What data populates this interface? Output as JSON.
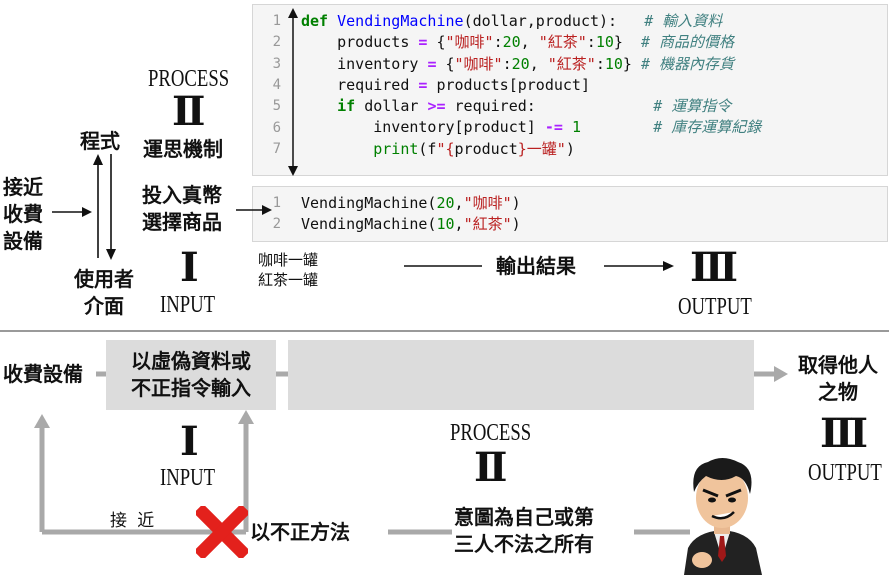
{
  "code_block_1": {
    "line_numbers": [
      "1",
      "2",
      "3",
      "4",
      "5",
      "6",
      "7"
    ],
    "lines": [
      [
        {
          "t": "def",
          "c": "kw"
        },
        {
          "t": " ",
          "c": "tx"
        },
        {
          "t": "VendingMachine",
          "c": "fn"
        },
        {
          "t": "(dollar,product):   ",
          "c": "tx"
        },
        {
          "t": "# 輸入資料",
          "c": "cm"
        }
      ],
      [
        {
          "t": "    products ",
          "c": "tx"
        },
        {
          "t": "=",
          "c": "op"
        },
        {
          "t": " {",
          "c": "tx"
        },
        {
          "t": "\"咖啡\"",
          "c": "st"
        },
        {
          "t": ":",
          "c": "tx"
        },
        {
          "t": "20",
          "c": "nm"
        },
        {
          "t": ", ",
          "c": "tx"
        },
        {
          "t": "\"紅茶\"",
          "c": "st"
        },
        {
          "t": ":",
          "c": "tx"
        },
        {
          "t": "10",
          "c": "nm"
        },
        {
          "t": "}  ",
          "c": "tx"
        },
        {
          "t": "# 商品的價格",
          "c": "cm"
        }
      ],
      [
        {
          "t": "    inventory ",
          "c": "tx"
        },
        {
          "t": "=",
          "c": "op"
        },
        {
          "t": " {",
          "c": "tx"
        },
        {
          "t": "\"咖啡\"",
          "c": "st"
        },
        {
          "t": ":",
          "c": "tx"
        },
        {
          "t": "20",
          "c": "nm"
        },
        {
          "t": ", ",
          "c": "tx"
        },
        {
          "t": "\"紅茶\"",
          "c": "st"
        },
        {
          "t": ":",
          "c": "tx"
        },
        {
          "t": "10",
          "c": "nm"
        },
        {
          "t": "} ",
          "c": "tx"
        },
        {
          "t": "# 機器內存貨",
          "c": "cm"
        }
      ],
      [
        {
          "t": "    required ",
          "c": "tx"
        },
        {
          "t": "=",
          "c": "op"
        },
        {
          "t": " products[product]",
          "c": "tx"
        }
      ],
      [
        {
          "t": "    ",
          "c": "tx"
        },
        {
          "t": "if",
          "c": "kw"
        },
        {
          "t": " dollar ",
          "c": "tx"
        },
        {
          "t": ">=",
          "c": "op"
        },
        {
          "t": " required:             ",
          "c": "tx"
        },
        {
          "t": "# 運算指令",
          "c": "cm"
        }
      ],
      [
        {
          "t": "        inventory[product] ",
          "c": "tx"
        },
        {
          "t": "-=",
          "c": "op"
        },
        {
          "t": " ",
          "c": "tx"
        },
        {
          "t": "1",
          "c": "nm"
        },
        {
          "t": "        ",
          "c": "tx"
        },
        {
          "t": "# 庫存運算紀錄",
          "c": "cm"
        }
      ],
      [
        {
          "t": "        ",
          "c": "tx"
        },
        {
          "t": "print",
          "c": "nm"
        },
        {
          "t": "(f",
          "c": "tx"
        },
        {
          "t": "\"{",
          "c": "st"
        },
        {
          "t": "product",
          "c": "tx"
        },
        {
          "t": "}一罐\"",
          "c": "st"
        },
        {
          "t": ")",
          "c": "tx"
        }
      ]
    ]
  },
  "code_block_2": {
    "line_numbers": [
      "1",
      "2"
    ],
    "lines": [
      [
        {
          "t": "VendingMachine(",
          "c": "tx"
        },
        {
          "t": "20",
          "c": "nm"
        },
        {
          "t": ",",
          "c": "tx"
        },
        {
          "t": "\"咖啡\"",
          "c": "st"
        },
        {
          "t": ")",
          "c": "tx"
        }
      ],
      [
        {
          "t": "VendingMachine(",
          "c": "tx"
        },
        {
          "t": "10",
          "c": "nm"
        },
        {
          "t": ",",
          "c": "tx"
        },
        {
          "t": "\"紅茶\"",
          "c": "st"
        },
        {
          "t": ")",
          "c": "tx"
        }
      ]
    ]
  },
  "output_lines": [
    "咖啡一罐",
    "紅茶一罐"
  ],
  "top": {
    "approach": "接近\n收費\n設備",
    "program": "程式",
    "user_interface": "使用者\n介面",
    "process_word": "PROCESS",
    "process_numeral": "II",
    "process_label": "運思機制",
    "input_label": "投入真幣\n選擇商品",
    "input_numeral": "I",
    "input_word": "INPUT",
    "result_label": "輸出結果",
    "output_numeral": "III",
    "output_word": "OUTPUT"
  },
  "bottom": {
    "device": "收費設備",
    "fake_input": "以虛偽資料或\n不正指令輸入",
    "obtain": "取得他人\n之物",
    "input_numeral": "I",
    "input_word": "INPUT",
    "process_word": "PROCESS",
    "process_numeral": "II",
    "output_numeral": "III",
    "output_word": "OUTPUT",
    "approach_small": "接 近",
    "unjust_method": "以不正方法",
    "intent": "意圖為自己或第\n三人不法之所有"
  },
  "colors": {
    "arrow_grey": "#a9a9a9",
    "box_grey": "#dcdcdc",
    "cross_red": "#e3211c",
    "divider": "#9a9a9a"
  }
}
